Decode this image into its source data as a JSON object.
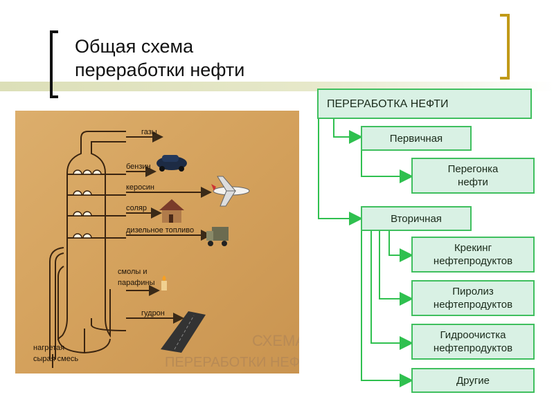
{
  "title": {
    "line1": "Общая схема",
    "line2": "переработки  нефти"
  },
  "photo": {
    "gases": "газы",
    "petrol": "бензин",
    "kerosene": "керосин",
    "solar": "соляр",
    "diesel": "дизельное топливо",
    "resins1": "смолы и",
    "resins2": "парафины",
    "tar": "гудрон",
    "feed1": "нагретая",
    "feed2": "сырая смесь",
    "watermark1": "СХЕМА",
    "watermark2": "ПЕРЕРАБОТКИ НЕФТИ"
  },
  "diagram": {
    "root": "ПЕРЕРАБОТКА НЕФТИ",
    "primary": "Первичная",
    "primary_child": {
      "line1": "Перегонка",
      "line2": "нефти"
    },
    "secondary": "Вторичная",
    "cracking": {
      "line1": "Крекинг",
      "line2": "нефтепродуктов"
    },
    "pyrolysis": {
      "line1": "Пиролиз",
      "line2": "нефтепродуктов"
    },
    "hydro": {
      "line1": "Гидроочистка",
      "line2": "нефтепродуктов"
    },
    "other": "Другие"
  },
  "colors": {
    "box_fill": "#d9f1e4",
    "box_border": "#3fbf5e",
    "accent_bracket": "#c19a18",
    "photo_bg": "#d7a45f"
  }
}
